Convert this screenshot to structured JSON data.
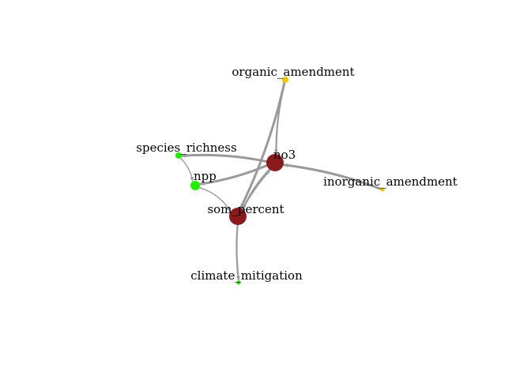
{
  "graph": {
    "nodes": [
      {
        "id": "organic_amendment",
        "label": "organic_amendment",
        "color": "#F2C500",
        "size": "small"
      },
      {
        "id": "no3",
        "label": "no3",
        "color": "#8B1A1A",
        "size": "large"
      },
      {
        "id": "species_richness",
        "label": "species_richness",
        "color": "#22EE00",
        "size": "small"
      },
      {
        "id": "npp",
        "label": "npp",
        "color": "#22EE00",
        "size": "medium"
      },
      {
        "id": "inorganic_amendment",
        "label": "inorganic_amendment",
        "color": "#F2C500",
        "size": "tiny"
      },
      {
        "id": "som_percent",
        "label": "som_percent",
        "color": "#8B1A1A",
        "size": "large"
      },
      {
        "id": "climate_mitigation",
        "label": "climate_mitigation",
        "color": "#22EE00",
        "size": "tiny"
      }
    ],
    "edges": [
      {
        "from": "organic_amendment",
        "to": "no3",
        "weight": "medium"
      },
      {
        "from": "organic_amendment",
        "to": "som_percent",
        "weight": "heavy"
      },
      {
        "from": "inorganic_amendment",
        "to": "no3",
        "weight": "heavy"
      },
      {
        "from": "no3",
        "to": "species_richness",
        "weight": "heavy"
      },
      {
        "from": "no3",
        "to": "npp",
        "weight": "heavy"
      },
      {
        "from": "som_percent",
        "to": "no3",
        "weight": "medium"
      },
      {
        "from": "no3",
        "to": "som_percent",
        "weight": "medium"
      },
      {
        "from": "species_richness",
        "to": "npp",
        "weight": "light"
      },
      {
        "from": "npp",
        "to": "som_percent",
        "weight": "light"
      },
      {
        "from": "som_percent",
        "to": "climate_mitigation",
        "weight": "medium"
      }
    ]
  }
}
